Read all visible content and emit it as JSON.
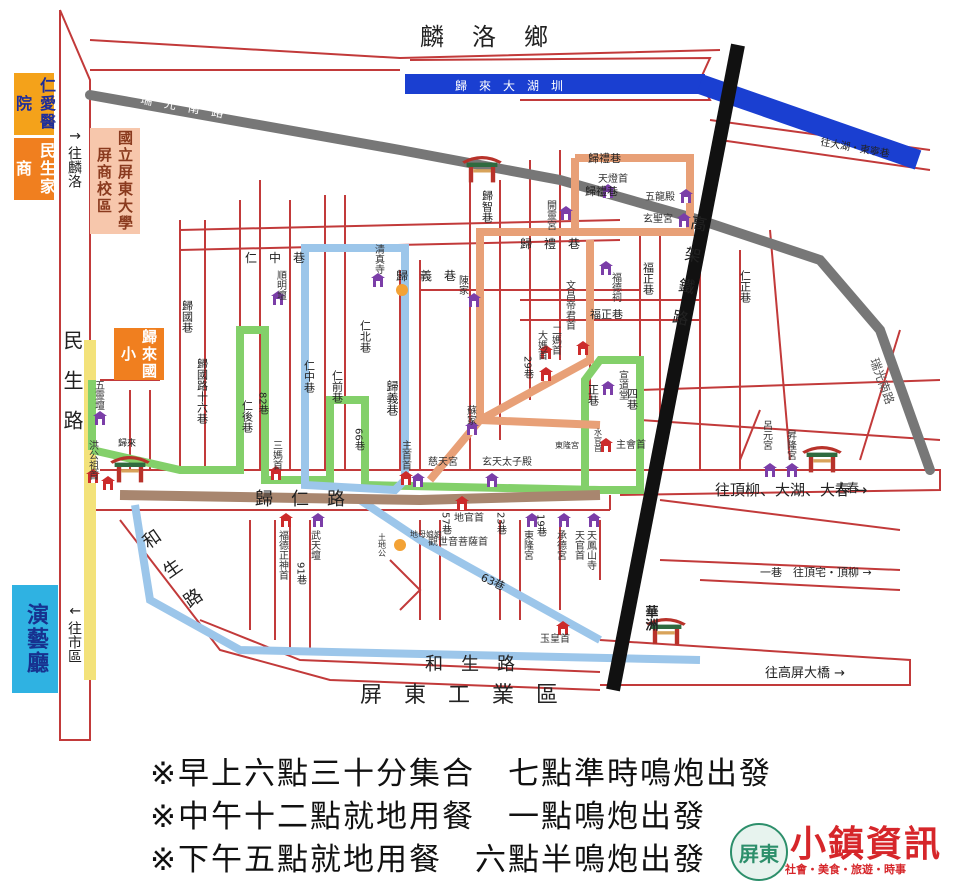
{
  "top_district": "麟　洛　鄉",
  "bottom_district": "屏　東　工　業　區",
  "roads": {
    "ruiguang_top": "瑞　光　南　路",
    "ruiguang_right": "瑞光南路",
    "minsheng": "民　生　路",
    "hesheng_diag": "和　生　路",
    "hesheng_bottom": "和　生　路",
    "guiren": "歸　仁　路",
    "dahupi": "歸　來　大　湖　圳",
    "renzhong": "仁　中　巷",
    "renzhong_v": "仁中巷",
    "renqian": "仁前巷",
    "renhou": "仁後巷",
    "renbei": "仁北巷",
    "guiyi": "歸　義　巷",
    "guiyi_v": "歸義巷",
    "guizhi": "歸智巷",
    "guili": "歸　禮　巷",
    "guili2": "歸禮巷",
    "guili3": "歸禮巷",
    "guiguo": "歸國巷",
    "guiguo16": "歸國路十六巷",
    "fuzheng": "福正巷",
    "fuzheng2": "福正巷",
    "renzheng": "仁正巷",
    "rail": "高　架　鐵　路",
    "lane66": "66巷",
    "lane82": "82巷",
    "lane91": "91巷",
    "lane63": "63巷",
    "lane57": "57巷",
    "lane23": "23巷",
    "lane19": "19巷",
    "lane29": "29巷",
    "lane_zheng": "正巷",
    "lane_si": "四巷",
    "to_daxi": "往大湖・東寧巷",
    "to_dingliu": "往頂柳、大湖、大春 →",
    "to_dingzhai": "一巷　往頂宅・頂柳 →",
    "to_gaoping": "往高屏大橋 →",
    "to_lin": "↑ 往麟洛",
    "to_shiqu": "↓ 往市區"
  },
  "left_boxes": {
    "renai": "仁愛醫院",
    "minsheng_home": "民生家商",
    "university": "國立屏東大學屏商校區",
    "school": "歸來國小",
    "theater": "演藝廳"
  },
  "temples": [
    {
      "label": "天燈首"
    },
    {
      "label": "五龍殿"
    },
    {
      "label": "玄聖宮"
    },
    {
      "label": "開靈宮"
    },
    {
      "label": "福德祠"
    },
    {
      "label": "清真寺"
    },
    {
      "label": "蘇家"
    },
    {
      "label": "陳家"
    },
    {
      "label": "順明壇"
    },
    {
      "label": "五靈壇"
    },
    {
      "label": "洪公祖首"
    },
    {
      "label": "文昌帝君首"
    },
    {
      "label": "二媽首"
    },
    {
      "label": "大媽首"
    },
    {
      "label": "三媽首"
    },
    {
      "label": "主首首"
    },
    {
      "label": "慈天宮"
    },
    {
      "label": "玄天太子殿"
    },
    {
      "label": "地官首"
    },
    {
      "label": "觀世音菩薩首"
    },
    {
      "label": "東隆宮"
    },
    {
      "label": "承德宮"
    },
    {
      "label": "天鳳山寺"
    },
    {
      "label": "天官首"
    },
    {
      "label": "宣道堂"
    },
    {
      "label": "主會首"
    },
    {
      "label": "福德正神首"
    },
    {
      "label": "武天壇"
    },
    {
      "label": "呂元宮"
    },
    {
      "label": "昇隆宮"
    },
    {
      "label": "玉皇首"
    },
    {
      "label": "土地公"
    },
    {
      "label": "水官首"
    },
    {
      "label": "東隆宮"
    },
    {
      "label": "地母娘娘"
    }
  ],
  "gates": {
    "huazhou": "華洲",
    "gate_left": "歸來",
    "gate_right": "大春"
  },
  "notes": [
    "※早上六點三十分集合　七點準時鳴炮出發",
    "※中午十二點就地用餐　一點鳴炮出發",
    "※下午五點就地用餐　六點半鳴炮出發"
  ],
  "brand": {
    "title": "小鎮資訊",
    "tag": "社會・美食・旅遊・時事",
    "mark": "屏東"
  },
  "colors": {
    "road": "#c23a3a",
    "rail": "#111111",
    "canal": "#1a3fd1",
    "route_orange": "#e8a077",
    "route_blue": "#9cc6ea",
    "route_green": "#83d06a",
    "route_yellow": "#f3e27a",
    "highway": "#777777",
    "route_brown": "#a8866f"
  }
}
